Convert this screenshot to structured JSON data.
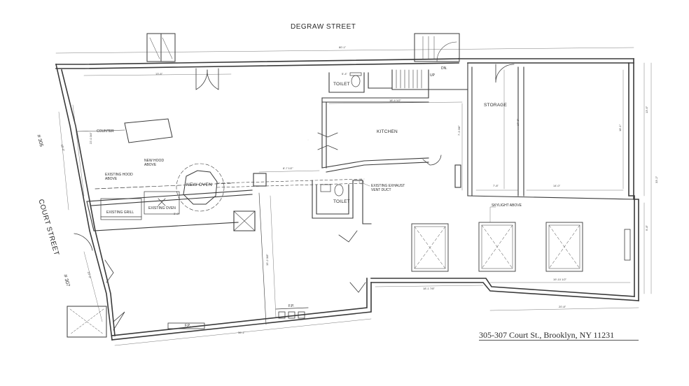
{
  "streets": {
    "north": "DEGRAW STREET",
    "west": "COURT STREET",
    "number_305": "# 305",
    "number_307": "# 307"
  },
  "rooms": {
    "toilet_upper": "TOILET",
    "toilet_lower": "TOILET",
    "kitchen": "KITCHEN",
    "storage": "STORAGE",
    "new_oven": "NEW OVEN",
    "counter": "COUNTER"
  },
  "notes": {
    "new_hood": "NEW HOOD\nABOVE",
    "existing_hood": "EXISTING HOOD\nABOVE",
    "existing_grill": "EXISTING GRILL",
    "existing_oven": "EXISTING OVEN",
    "exhaust": "EXISTING EXHAUST\nVENT DUCT",
    "skylight": "SKYLIGHT ABOVE",
    "up": "UP",
    "dn": "DN.",
    "fp_south": "F.P.",
    "fp_center": "F.P."
  },
  "dimensions": {
    "top_overall": "80'-1\"",
    "north_wall": "13'-6\"",
    "kitchen_width": "18'-4 1/2\"",
    "kitchen_left": "8'-7 1/2\"",
    "storage_bottom_left": "7'-8\"",
    "storage_bottom_right": "14'-0\"",
    "storage_depth": "17'-6\"",
    "right_room_depth": "18'-1\"",
    "right_side_top": "13'-6\"",
    "right_side_overall": "33'-2\"",
    "right_side_lower": "9'-8\"",
    "south_center": "18'-1 7/8\"",
    "south_right": "19'-10 1/2\"",
    "south_far_right": "20'-8\"",
    "bottom_overall": "36'-1\"",
    "center_depth": "15'-2 3/8\"",
    "toilet_small": "5'-4\"",
    "vertical_small": "7'-3 3/8\"",
    "hood_dim": "3'-0\"",
    "left_upper": "22'-0 3/4\"",
    "left_mid": "18'-0\"",
    "left_lower": "20'-0\""
  },
  "address": "305-307 Court St., Brooklyn, NY 11231"
}
